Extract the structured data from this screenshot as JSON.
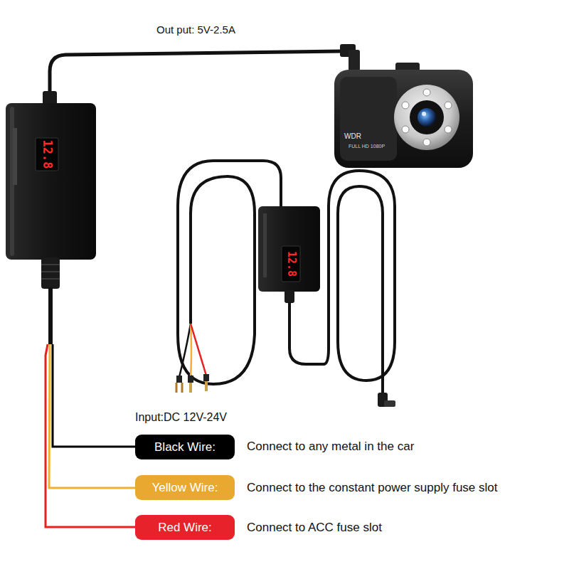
{
  "diagram": {
    "nodes": [
      {
        "text": [
          "Black Wire:"
        ]
      },
      {
        "text": [
          "Yellow Wire:"
        ]
      },
      {
        "text": [
          "Red Wire:"
        ]
      }
    ],
    "labels": [
      "Out put: 5V-2.5A",
      "WDR",
      "FULL HD 1080P",
      "12.8",
      "12.8",
      "Input:DC 12V-24V",
      "Connect to any metal in the car",
      "Connect to the constant power supply fuse slot",
      "Connect to ACC fuse slot"
    ]
  }
}
